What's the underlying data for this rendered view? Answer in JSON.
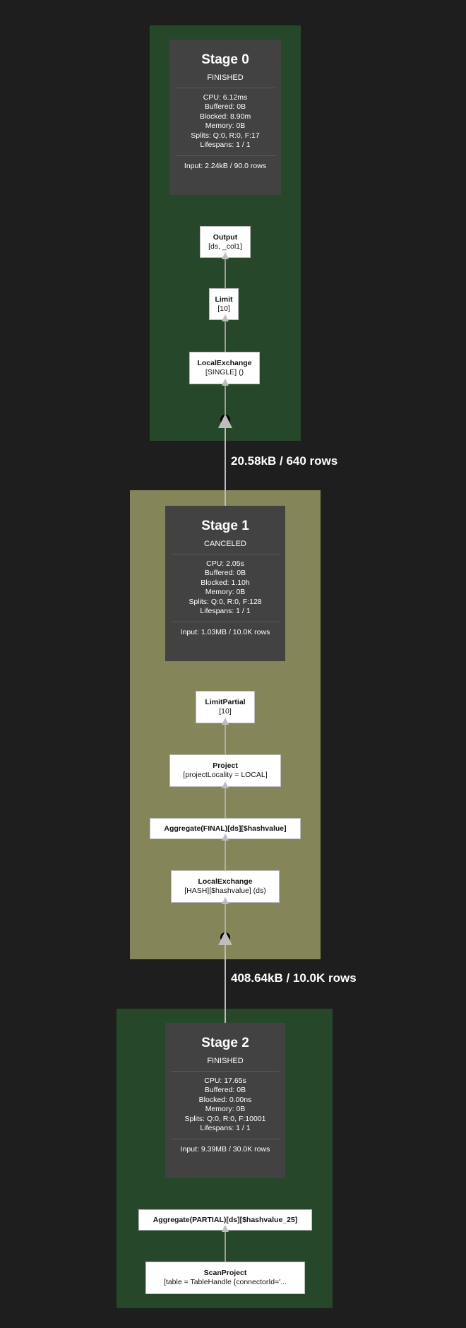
{
  "stages": [
    {
      "title": "Stage 0",
      "state": "FINISHED",
      "cpu": "CPU: 6.12ms",
      "buffered": "Buffered: 0B",
      "blocked": "Blocked: 8.90m",
      "memory": "Memory: 0B",
      "splits": "Splits: Q:0, R:0, F:17",
      "lifespans": "Lifespans: 1 / 1",
      "input": "Input: 2.24kB / 90.0 rows",
      "operators": [
        {
          "name": "Output",
          "detail": "[ds, _col1]"
        },
        {
          "name": "Limit",
          "detail": "[10]"
        },
        {
          "name": "LocalExchange",
          "detail": "[SINGLE] ()"
        }
      ]
    },
    {
      "title": "Stage 1",
      "state": "CANCELED",
      "cpu": "CPU: 2.05s",
      "buffered": "Buffered: 0B",
      "blocked": "Blocked: 1.10h",
      "memory": "Memory: 0B",
      "splits": "Splits: Q:0, R:0, F:128",
      "lifespans": "Lifespans: 1 / 1",
      "input": "Input: 1.03MB / 10.0K rows",
      "operators": [
        {
          "name": "LimitPartial",
          "detail": "[10]"
        },
        {
          "name": "Project",
          "detail": "[projectLocality = LOCAL]"
        },
        {
          "name": "Aggregate(FINAL)[ds][$hashvalue]",
          "detail": ""
        },
        {
          "name": "LocalExchange",
          "detail": "[HASH][$hashvalue] (ds)"
        }
      ]
    },
    {
      "title": "Stage 2",
      "state": "FINISHED",
      "cpu": "CPU: 17.65s",
      "buffered": "Buffered: 0B",
      "blocked": "Blocked: 0.00ns",
      "memory": "Memory: 0B",
      "splits": "Splits: Q:0, R:0, F:10001",
      "lifespans": "Lifespans: 1 / 1",
      "input": "Input: 9.39MB / 30.0K rows",
      "operators": [
        {
          "name": "Aggregate(PARTIAL)[ds][$hashvalue_25]",
          "detail": ""
        },
        {
          "name": "ScanProject",
          "detail": "[table = TableHandle {connectorId='..."
        }
      ]
    }
  ],
  "exchanges": [
    {
      "label": "20.58kB / 640 rows"
    },
    {
      "label": "408.64kB / 10.0K rows"
    }
  ],
  "colors": {
    "background": "#1e1e1e",
    "finished_stage": "#26472a",
    "canceled_stage": "#85855a",
    "stats_box": "#424242",
    "edge": "#bdbdbd"
  }
}
